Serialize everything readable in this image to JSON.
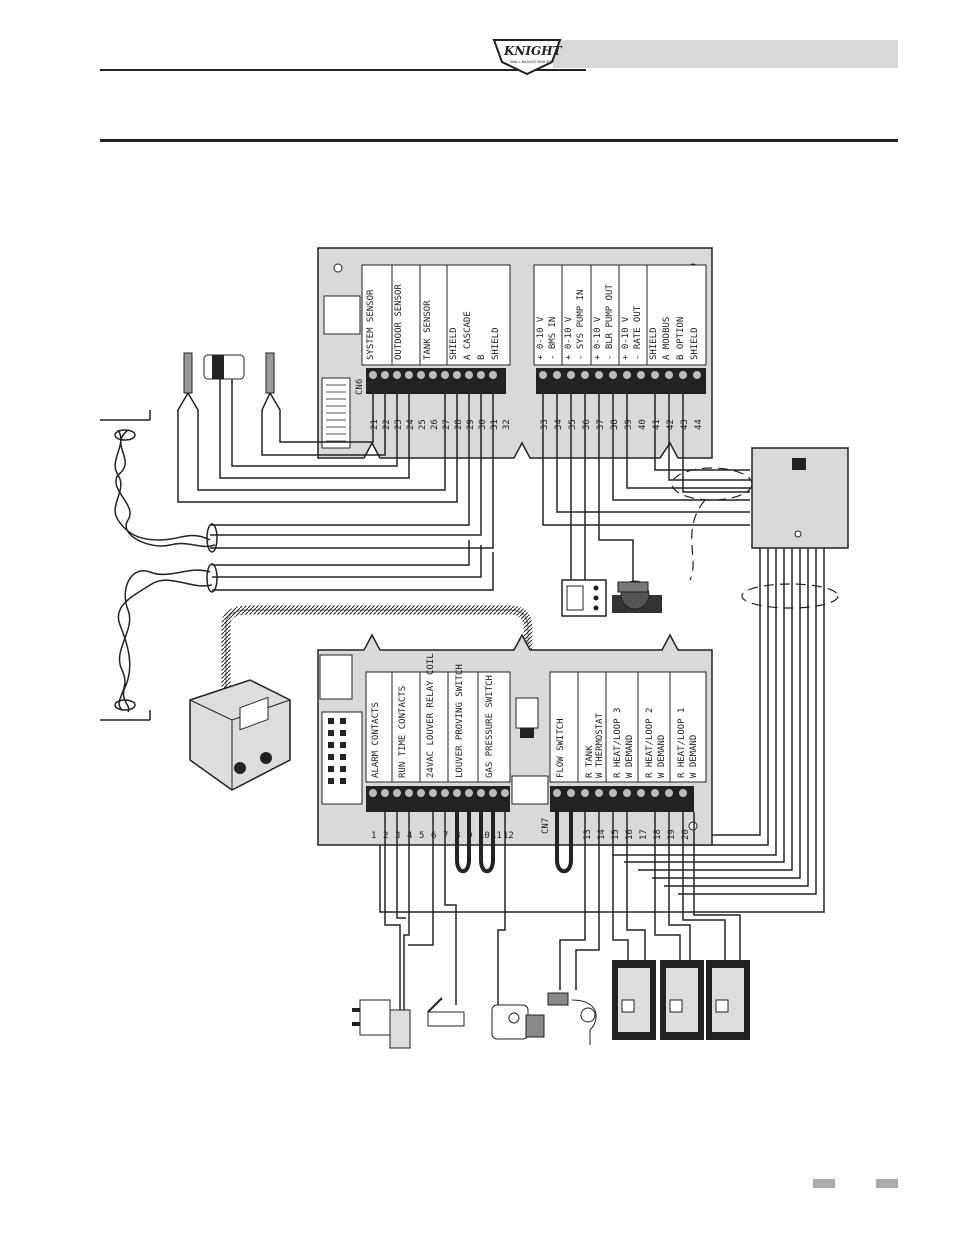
{
  "header": {
    "logo_text": "KNIGHT",
    "logo_subtext": "WALL MOUNT BOILER"
  },
  "upper_board": {
    "connector": "CN6",
    "left_groups": [
      "SYSTEM SENSOR",
      "OUTDOOR SENSOR",
      "TANK SENSOR",
      "SHIELD",
      "A CASCADE",
      "B",
      "SHIELD"
    ],
    "left_terminals": [
      "21",
      "22",
      "23",
      "24",
      "25",
      "26",
      "27",
      "28",
      "29",
      "30",
      "31",
      "32"
    ],
    "right_groups": [
      "+ 0-10 V",
      "- BMS IN",
      "+ 0-10 V",
      "- SYS PUMP IN",
      "+ 0-10 V",
      "- BLR PUMP OUT",
      "+ 0-10 V",
      "- RATE OUT",
      "SHIELD",
      "A MODBUS",
      "B OPTION",
      "SHIELD"
    ],
    "right_terminals": [
      "33",
      "34",
      "35",
      "36",
      "37",
      "38",
      "39",
      "40",
      "41",
      "42",
      "43",
      "44"
    ]
  },
  "lower_board": {
    "connector": "CN7",
    "left_groups": [
      "ALARM CONTACTS",
      "RUN TIME CONTACTS",
      "24VAC LOUVER RELAY COIL",
      "LOUVER PROVING SWITCH",
      "GAS PRESSURE SWITCH"
    ],
    "left_terminals": [
      "1",
      "2",
      "3",
      "4",
      "5",
      "6",
      "7",
      "8",
      "9",
      "10",
      "11",
      "12"
    ],
    "right_groups": [
      "FLOW SWITCH",
      "R TANK",
      "W THERMOSTAT",
      "R HEAT/LOOP 3",
      "W DEMAND",
      "R HEAT/LOOP 2",
      "W DEMAND",
      "R HEAT/LOOP 1",
      "W DEMAND"
    ],
    "right_terminals": [
      "13",
      "14",
      "15",
      "16",
      "17",
      "18",
      "19",
      "20"
    ]
  },
  "colors": {
    "board": "#d9d9d9",
    "wire": "#1a1a1a",
    "header_band": "#d9d9d9",
    "footer_block": "#aaaaaa"
  }
}
